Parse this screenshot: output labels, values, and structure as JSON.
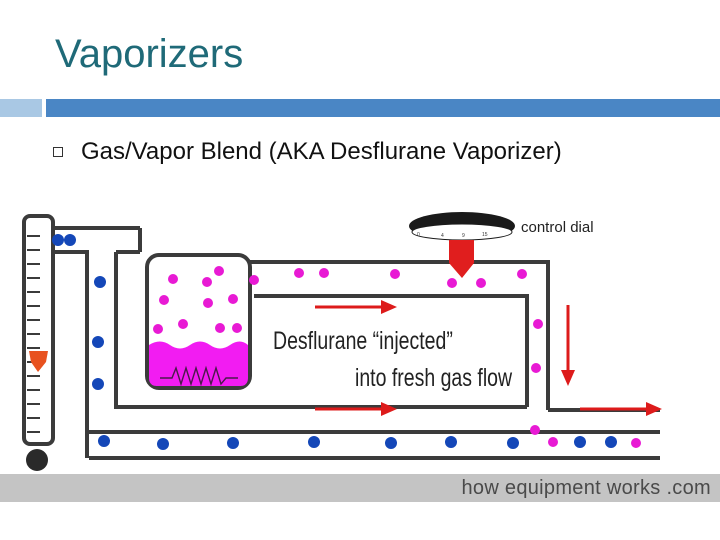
{
  "slide": {
    "title": "Vaporizers",
    "bullet": "Gas/Vapor Blend (AKA Desflurane Vaporizer)"
  },
  "diagram": {
    "dial_label": "control dial",
    "dial_ticks": [
      "0",
      "4",
      "9",
      "15"
    ],
    "caption_line1": "Desflurane “injected”",
    "caption_line2": "into fresh gas flow"
  },
  "footer": {
    "brand": "how equipment works .com"
  },
  "colors": {
    "title": "#1f6a78",
    "accent_blue": "#4a86c5",
    "pipe": "#3b3b3b",
    "carrier_gas_dot": "#1447b8",
    "desflurane_dot": "#e81ad4",
    "liquid": "#f21cf2",
    "arrow": "#dd1b1b"
  }
}
